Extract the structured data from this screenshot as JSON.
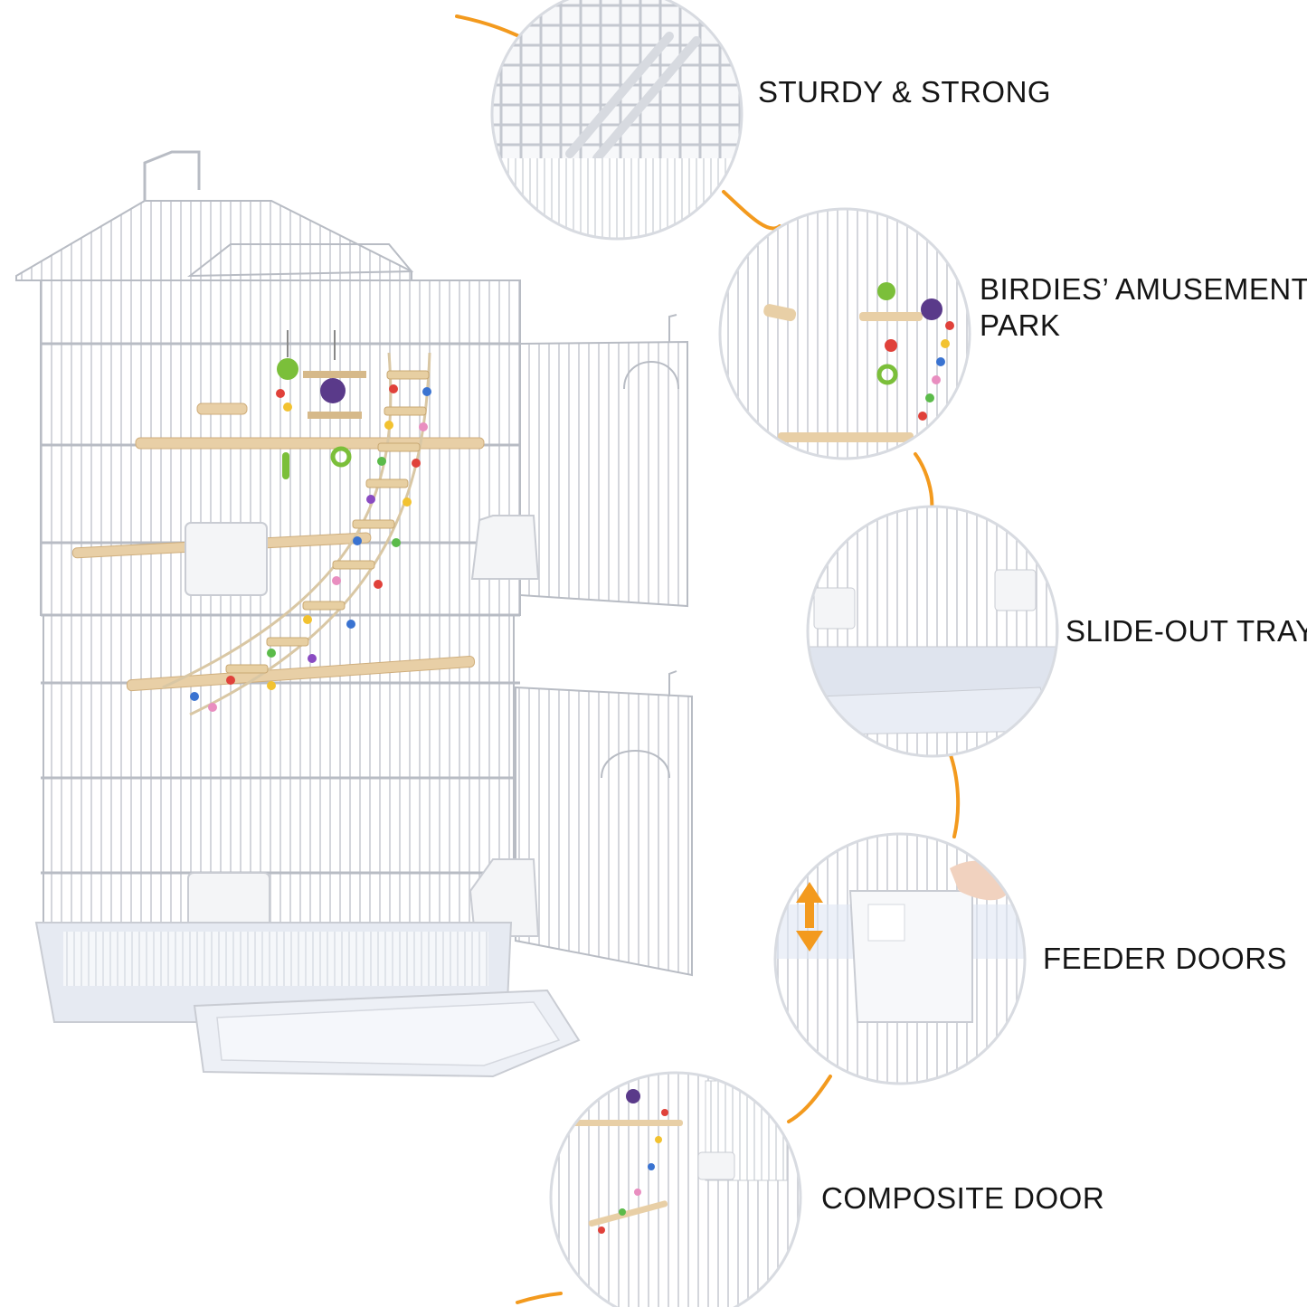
{
  "colors": {
    "accent": "#F39A1E",
    "cage_wire": "#C9CCD3",
    "tray": "#E6EAF2",
    "perch_wood": "#E8CFA6",
    "label_text": "#151515"
  },
  "features": [
    {
      "id": "sturdy",
      "label": "STURDY & STRONG"
    },
    {
      "id": "birdies",
      "label_line1": "BIRDIES’ AMUSEMENT",
      "label_line2": "PARK"
    },
    {
      "id": "slide",
      "label": "SLIDE-OUT TRAY"
    },
    {
      "id": "feeder",
      "label": "FEEDER DOORS"
    },
    {
      "id": "composite",
      "label": "COMPOSITE DOOR"
    }
  ],
  "icons": {
    "feeder_arrow": "up-down-arrow-icon"
  }
}
